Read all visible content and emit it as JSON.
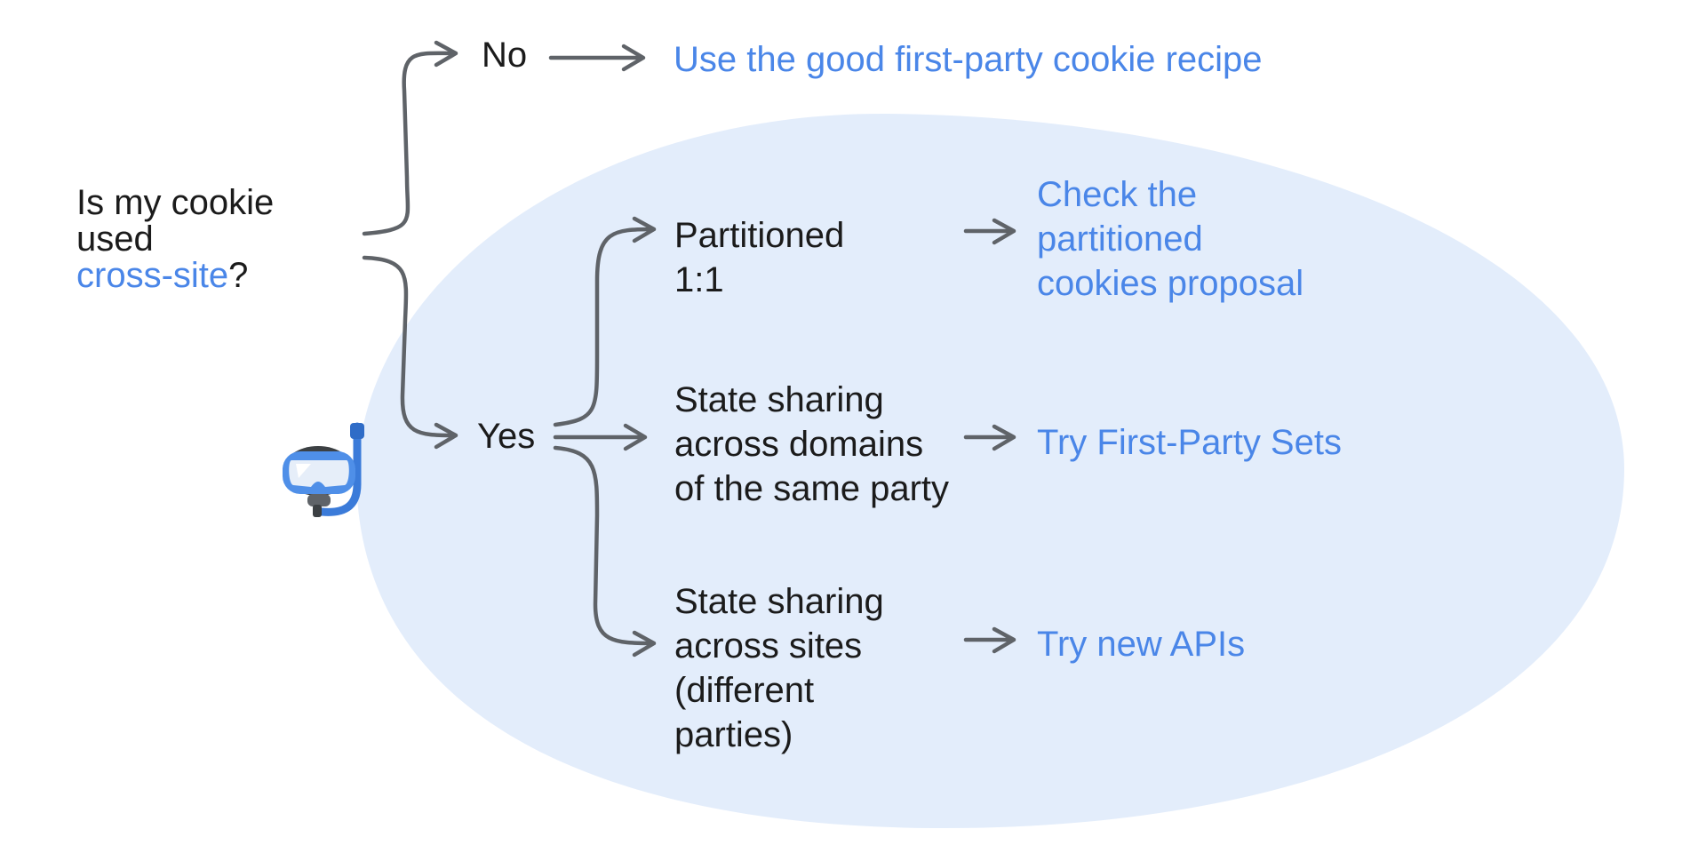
{
  "question": {
    "line1": "Is my cookie",
    "line2": "used",
    "highlight": "cross-site",
    "suffix": "?"
  },
  "branches": {
    "no": {
      "label": "No",
      "outcome": "Use the good first-party cookie recipe"
    },
    "yes": {
      "label": "Yes",
      "options": [
        {
          "lines": [
            "Partitioned",
            "1:1"
          ],
          "outcome_lines": [
            "Check the",
            "partitioned",
            "cookies proposal"
          ]
        },
        {
          "lines": [
            "State sharing",
            "across domains",
            "of the same party"
          ],
          "outcome_lines": [
            "Try First-Party Sets"
          ]
        },
        {
          "lines": [
            "State sharing",
            "across sites",
            "(different",
            "parties)"
          ],
          "outcome_lines": [
            "Try new APIs"
          ]
        }
      ]
    }
  },
  "icons": {
    "mascot": "snorkel-mask-icon"
  },
  "colors": {
    "text": "#1b1b1b",
    "link": "#4a86e8",
    "region": "#e3edfb",
    "arrow": "#5f6368"
  }
}
